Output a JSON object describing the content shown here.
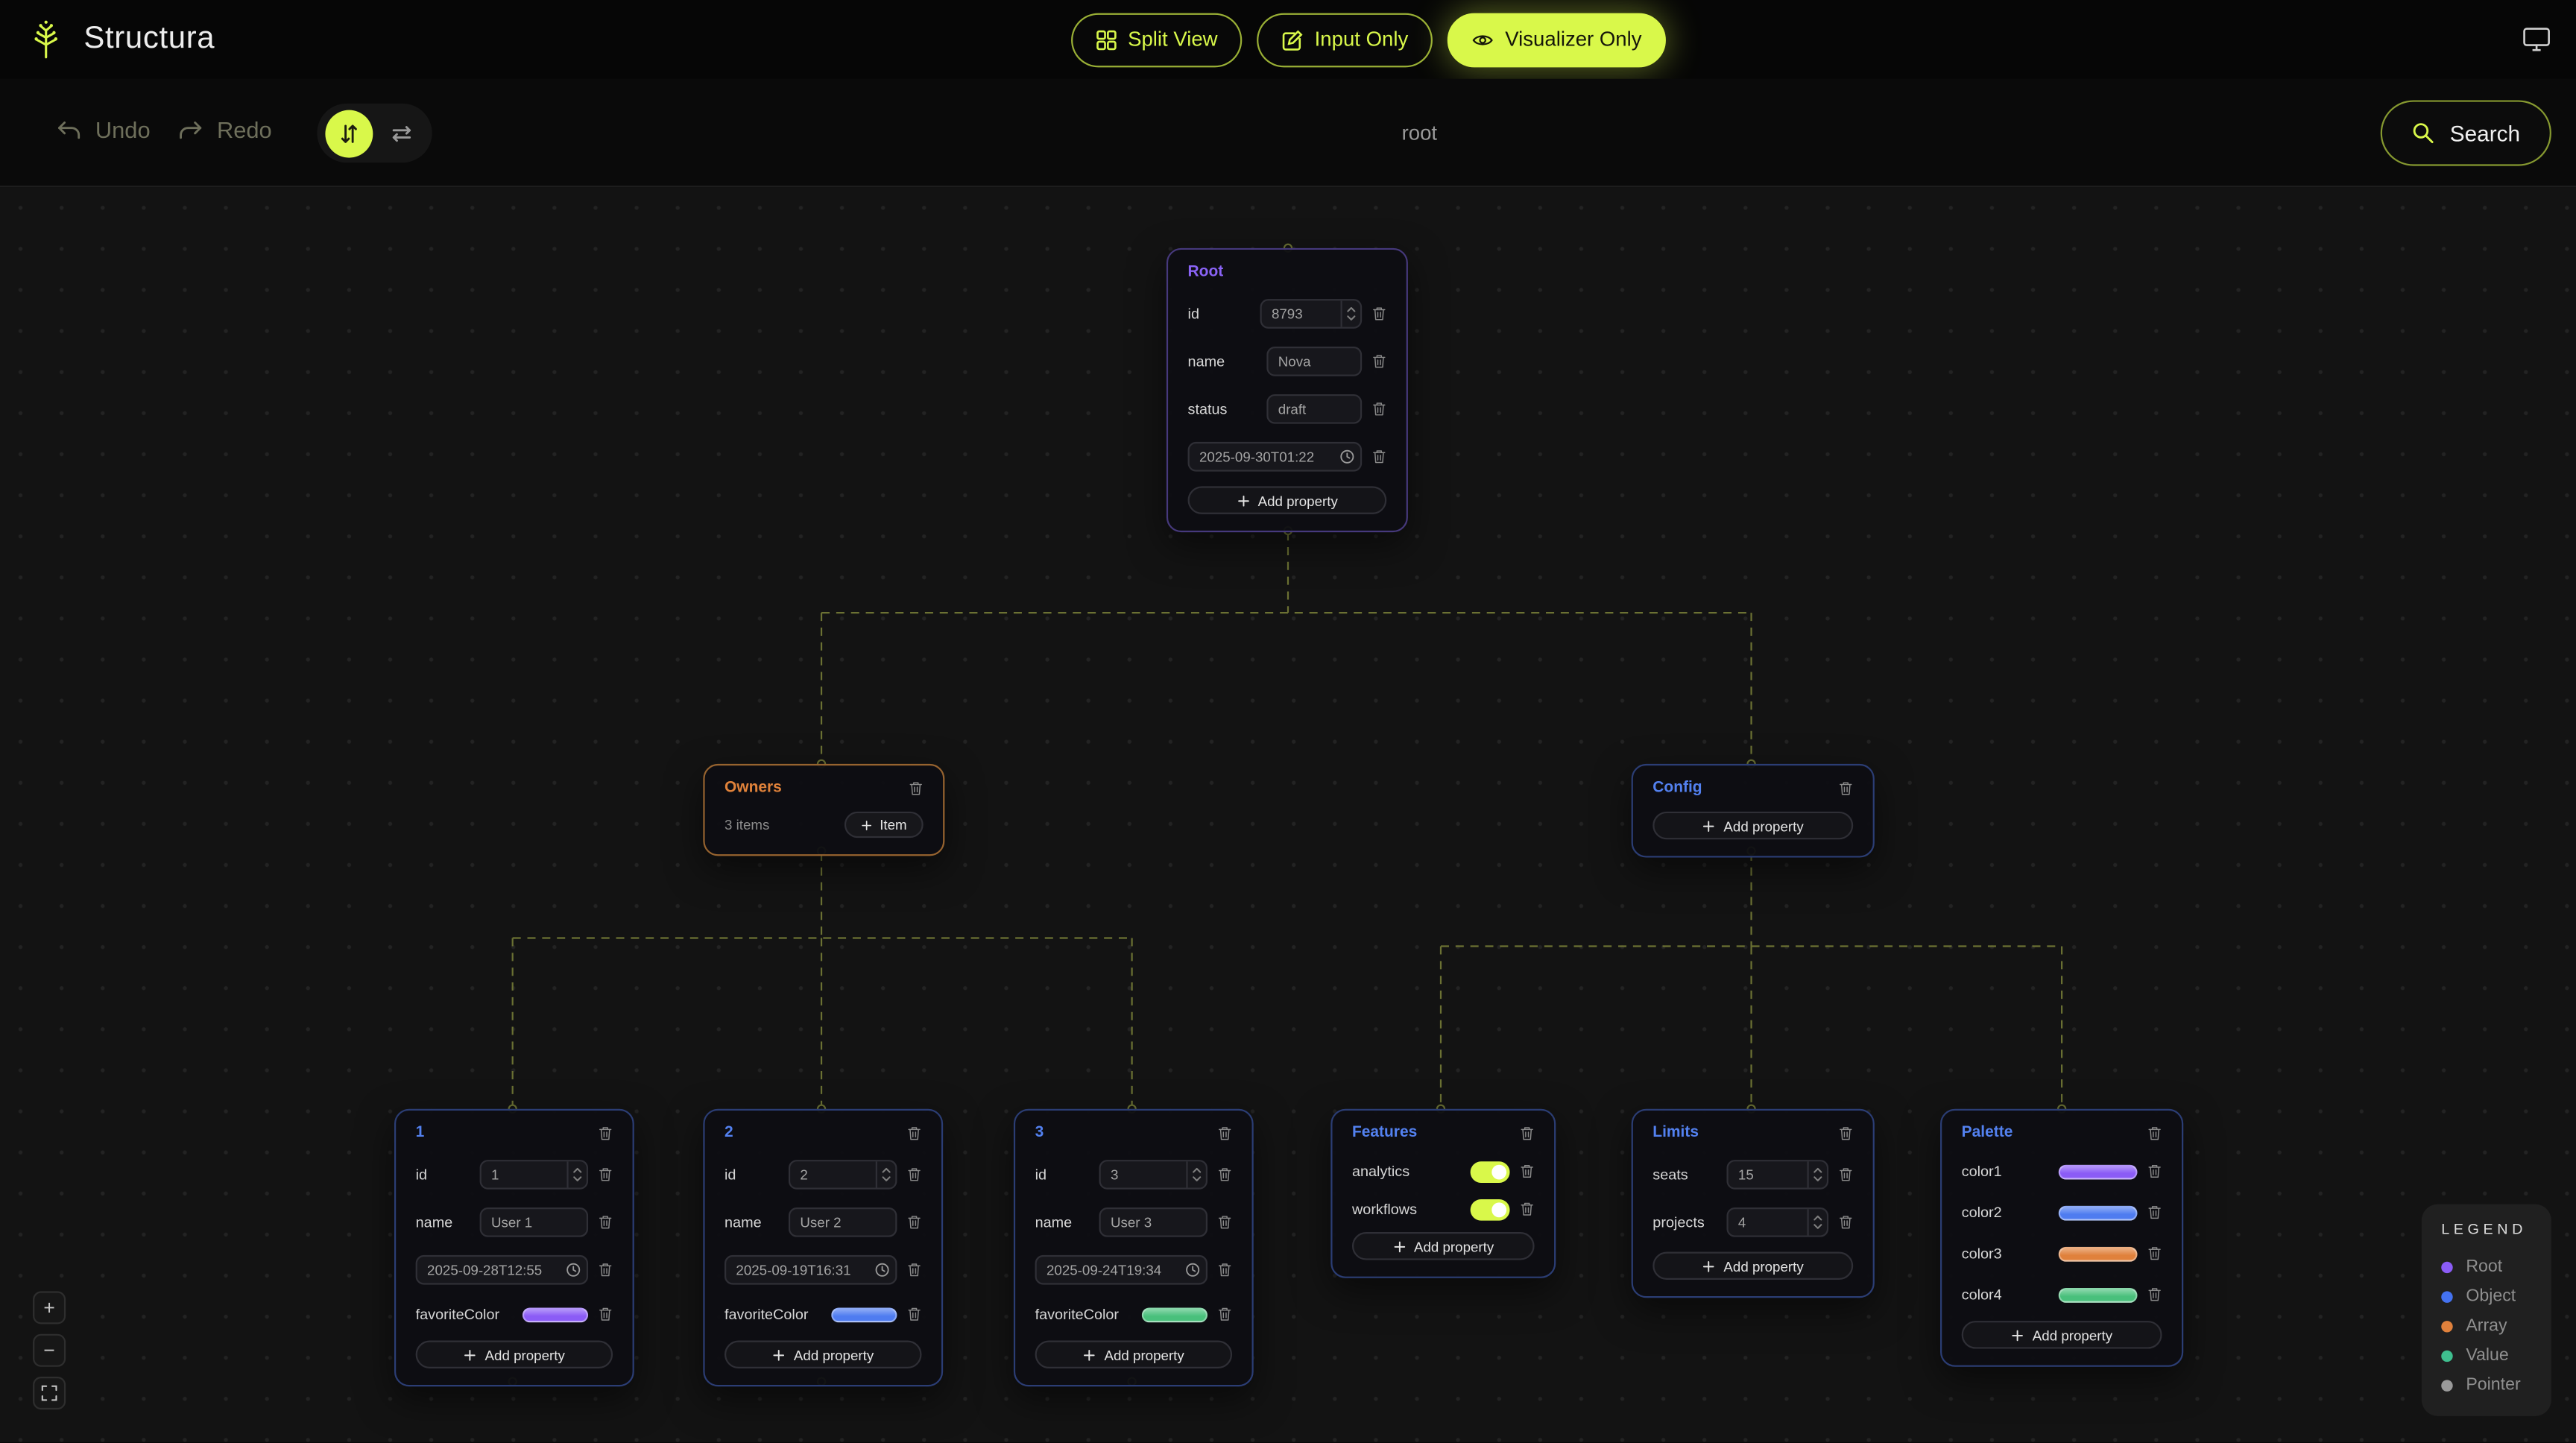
{
  "header": {
    "app_title": "Structura",
    "views": [
      {
        "label": "Split View"
      },
      {
        "label": "Input Only"
      },
      {
        "label": "Visualizer Only"
      }
    ]
  },
  "toolbar": {
    "undo": "Undo",
    "redo": "Redo",
    "breadcrumb": "root",
    "search": "Search"
  },
  "nodes": {
    "root": {
      "title": "Root",
      "id_label": "id",
      "id_value": "8793",
      "name_label": "name",
      "name_value": "Nova",
      "status_label": "status",
      "status_value": "draft",
      "datetime_value": "2025-09-30T01:22",
      "add_property": "Add property"
    },
    "owners": {
      "title": "Owners",
      "items_count": "3 items",
      "add_item": "Item"
    },
    "config": {
      "title": "Config",
      "add_property": "Add property"
    },
    "owner1": {
      "title": "1",
      "id_label": "id",
      "id_value": "1",
      "name_label": "name",
      "name_value": "User 1",
      "datetime_value": "2025-09-28T12:55",
      "color_label": "favoriteColor",
      "color_value": "#8b5cf6",
      "add_property": "Add property"
    },
    "owner2": {
      "title": "2",
      "id_label": "id",
      "id_value": "2",
      "name_label": "name",
      "name_value": "User 2",
      "datetime_value": "2025-09-19T16:31",
      "color_label": "favoriteColor",
      "color_value": "#4f7cf0",
      "add_property": "Add property"
    },
    "owner3": {
      "title": "3",
      "id_label": "id",
      "id_value": "3",
      "name_label": "name",
      "name_value": "User 3",
      "datetime_value": "2025-09-24T19:34",
      "color_label": "favoriteColor",
      "color_value": "#49c07c",
      "add_property": "Add property"
    },
    "features": {
      "title": "Features",
      "toggle1_label": "analytics",
      "toggle1_on": true,
      "toggle2_label": "workflows",
      "toggle2_on": true,
      "add_property": "Add property"
    },
    "limits": {
      "title": "Limits",
      "field1_label": "seats",
      "field1_value": "15",
      "field2_label": "projects",
      "field2_value": "4",
      "add_property": "Add property"
    },
    "palette": {
      "title": "Palette",
      "colors": [
        {
          "label": "color1",
          "value": "#8b5cf6"
        },
        {
          "label": "color2",
          "value": "#4f7cf0"
        },
        {
          "label": "color3",
          "value": "#e0813c"
        },
        {
          "label": "color4",
          "value": "#49c07c"
        }
      ],
      "add_property": "Add property"
    }
  },
  "legend": {
    "title": "LEGEND",
    "items": [
      {
        "label": "Root",
        "color": "#8b5cf6"
      },
      {
        "label": "Object",
        "color": "#4472f0"
      },
      {
        "label": "Array",
        "color": "#e0813c"
      },
      {
        "label": "Value",
        "color": "#3fbf8f"
      },
      {
        "label": "Pointer",
        "color": "#9a9a9a"
      }
    ]
  },
  "zoom_controls": {
    "zoom_in": "+",
    "zoom_out": "−"
  },
  "theme": {
    "accent": "#d9f84a"
  }
}
